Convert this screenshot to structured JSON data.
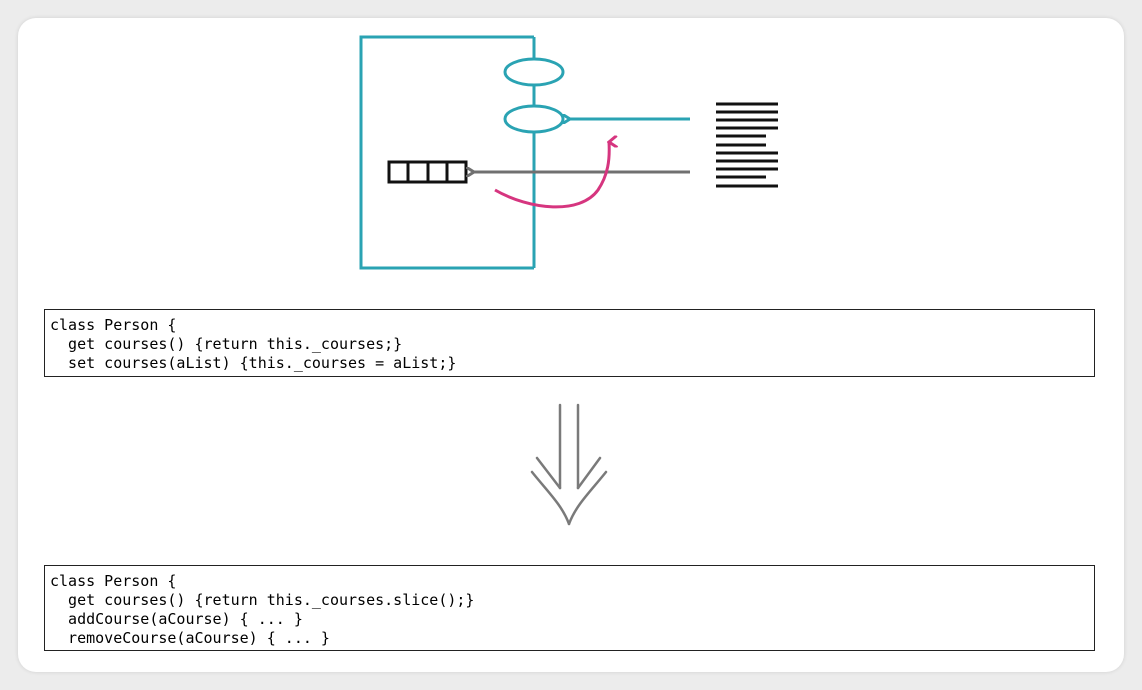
{
  "diagram": {
    "colors": {
      "object": "#2aa3b3",
      "arrow_gray": "#707070",
      "arrow_magenta": "#d6357f",
      "ink": "#111111"
    },
    "elements": [
      "object-box",
      "getter-accessor",
      "setter-accessor",
      "collection-field",
      "external-list",
      "intercept-arrow"
    ]
  },
  "before_code": {
    "lines": [
      "class Person {",
      "  get courses() {return this._courses;}",
      "  set courses(aList) {this._courses = aList;}"
    ]
  },
  "transform_arrow": {
    "icon": "double-down-arrow-icon",
    "color": "#7a7a7a"
  },
  "after_code": {
    "lines": [
      "class Person {",
      "  get courses() {return this._courses.slice();}",
      "  addCourse(aCourse) { ... }",
      "  removeCourse(aCourse) { ... }"
    ]
  }
}
